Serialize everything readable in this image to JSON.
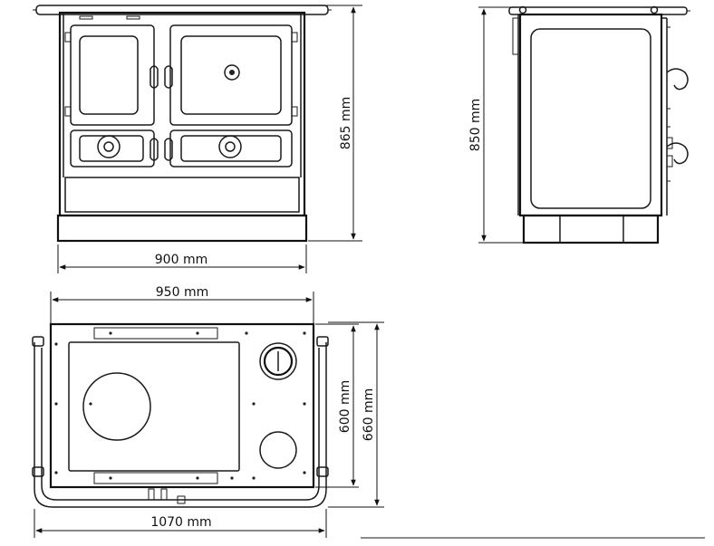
{
  "dimensions": {
    "front_width": "900 mm",
    "front_height": "865 mm",
    "side_height": "850 mm",
    "top_width_inner": "950 mm",
    "top_width_outer": "1070 mm",
    "top_depth_inner": "600 mm",
    "top_depth_outer": "660 mm"
  }
}
